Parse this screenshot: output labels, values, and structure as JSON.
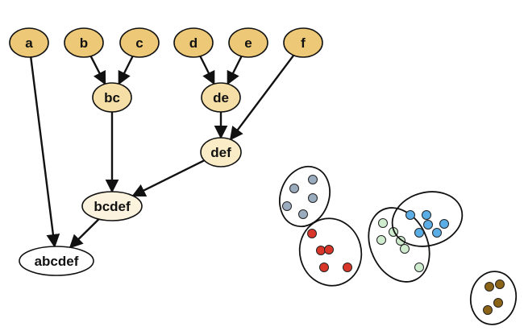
{
  "tree": {
    "nodes": [
      {
        "id": "a",
        "label": "a",
        "level": "leaf",
        "fill": "#ecc877"
      },
      {
        "id": "b",
        "label": "b",
        "level": "leaf",
        "fill": "#ecc877"
      },
      {
        "id": "c",
        "label": "c",
        "level": "leaf",
        "fill": "#ecc877"
      },
      {
        "id": "d",
        "label": "d",
        "level": "leaf",
        "fill": "#ecc877"
      },
      {
        "id": "e",
        "label": "e",
        "level": "leaf",
        "fill": "#ecc877"
      },
      {
        "id": "f",
        "label": "f",
        "level": "leaf",
        "fill": "#ecc877"
      },
      {
        "id": "bc",
        "label": "bc",
        "level": "merge",
        "fill": "#f5dfa6"
      },
      {
        "id": "de",
        "label": "de",
        "level": "merge",
        "fill": "#f5dfa6"
      },
      {
        "id": "def",
        "label": "def",
        "level": "merge",
        "fill": "#f9ecc7"
      },
      {
        "id": "bcdef",
        "label": "bcdef",
        "level": "merge",
        "fill": "#fbf3de"
      },
      {
        "id": "abcdef",
        "label": "abcdef",
        "level": "root",
        "fill": "#ffffff"
      }
    ],
    "edges": [
      {
        "from": "a",
        "to": "abcdef"
      },
      {
        "from": "b",
        "to": "bc"
      },
      {
        "from": "c",
        "to": "bc"
      },
      {
        "from": "d",
        "to": "de"
      },
      {
        "from": "e",
        "to": "de"
      },
      {
        "from": "f",
        "to": "def"
      },
      {
        "from": "bc",
        "to": "bcdef"
      },
      {
        "from": "de",
        "to": "def"
      },
      {
        "from": "def",
        "to": "bcdef"
      },
      {
        "from": "bcdef",
        "to": "abcdef"
      }
    ]
  },
  "clusters": [
    {
      "name": "gray-cluster",
      "color": "#9aabbd",
      "points": 5
    },
    {
      "name": "red-cluster",
      "color": "#d9362a",
      "points": 5
    },
    {
      "name": "green-cluster",
      "color": "#cfeccf",
      "points": 6
    },
    {
      "name": "blue-cluster",
      "color": "#5aaee5",
      "points": 6
    },
    {
      "name": "brown-cluster",
      "color": "#8c6418",
      "points": 4
    }
  ],
  "colors": {
    "stroke": "#111111",
    "point_stroke": "#222222"
  }
}
